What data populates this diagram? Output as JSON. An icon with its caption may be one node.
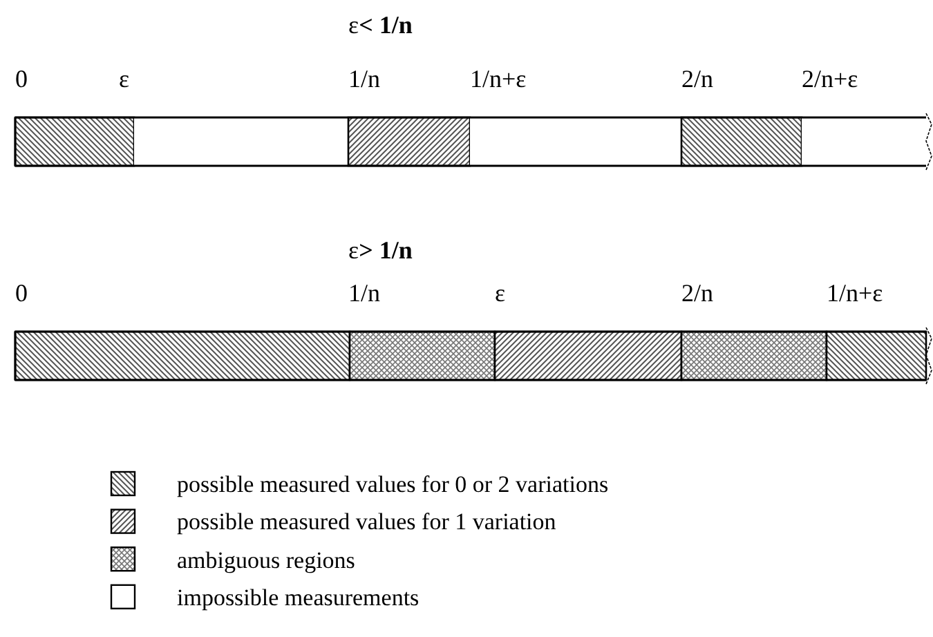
{
  "diagram": {
    "labels": [
      "ε**< 1/n**",
      "0",
      "ε",
      "1/n",
      "1/n+ε",
      "2/n",
      "2/n+ε",
      "ε**> 1/n**",
      "0",
      "1/n",
      "ε",
      "2/n",
      "1/n+ε"
    ],
    "legend": [
      {
        "text": "possible measured values for 0 or 2 variations"
      },
      {
        "text": "possible measured values for 1 variation"
      },
      {
        "text": "ambiguous regions"
      },
      {
        "text": "impossible measurements"
      }
    ]
  }
}
